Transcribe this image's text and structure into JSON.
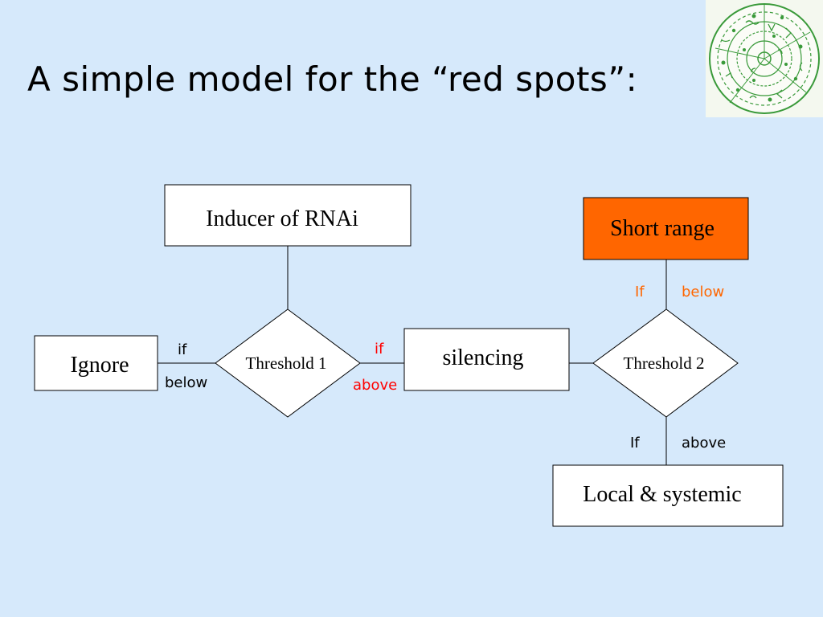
{
  "title": "A simple model for the “red spots”:",
  "nodes": {
    "inducer": "Inducer of RNAi",
    "short_range": "Short range",
    "ignore": "Ignore",
    "threshold1": "Threshold 1",
    "silencing": "silencing",
    "threshold2": "Threshold 2",
    "local_systemic": "Local & systemic"
  },
  "edge_labels": {
    "ignore_if": "if",
    "ignore_below": "below",
    "silencing_if": "if",
    "silencing_above": "above",
    "short_if": "If",
    "short_below": "below",
    "local_if": "If",
    "local_above": "above"
  },
  "colors": {
    "background": "#d6e9fb",
    "short_range_fill": "#ff6600",
    "red_label": "#ff0000",
    "orange_label": "#ff6600",
    "black_label": "#000000",
    "logo_ink": "#3a9a3a"
  },
  "logo_icon": "phaistos-disc-logo"
}
